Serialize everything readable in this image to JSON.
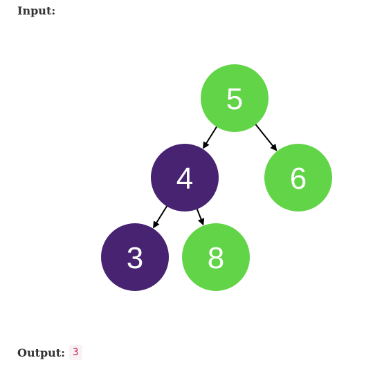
{
  "labels": {
    "input": "Input:",
    "output": "Output:",
    "output_value": "3"
  },
  "colors": {
    "green": "#62d448",
    "purple": "#472372",
    "edge": "#000000"
  },
  "tree": {
    "nodes": [
      {
        "id": "n5",
        "value": "5",
        "color": "green"
      },
      {
        "id": "n4",
        "value": "4",
        "color": "purple"
      },
      {
        "id": "n6",
        "value": "6",
        "color": "green"
      },
      {
        "id": "n3",
        "value": "3",
        "color": "purple"
      },
      {
        "id": "n8",
        "value": "8",
        "color": "green"
      }
    ],
    "edges": [
      {
        "from": "n5",
        "to": "n4"
      },
      {
        "from": "n5",
        "to": "n6"
      },
      {
        "from": "n4",
        "to": "n3"
      },
      {
        "from": "n4",
        "to": "n8"
      }
    ]
  }
}
